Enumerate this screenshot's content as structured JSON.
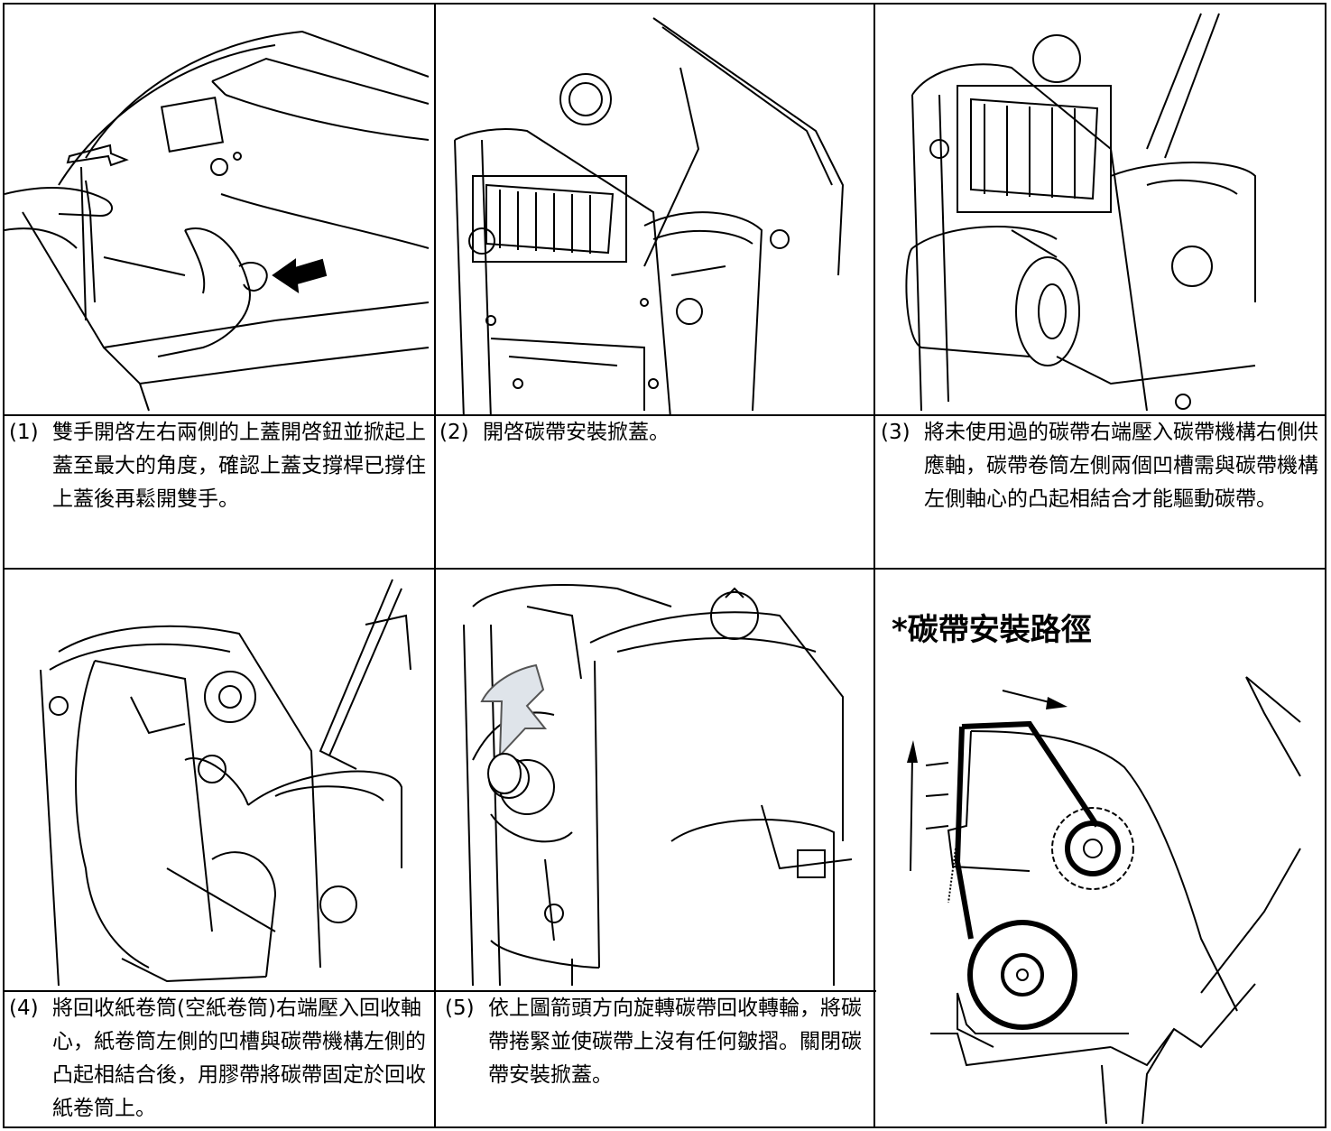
{
  "steps": [
    {
      "num": "(1)",
      "text": "雙手開啓左右兩側的上蓋開啓鈕並掀起上蓋至最大的角度，確認上蓋支撐桿已撐住上蓋後再鬆開雙手。"
    },
    {
      "num": "(2)",
      "text": "開啓碳帶安裝掀蓋。"
    },
    {
      "num": "(3)",
      "text": "將未使用過的碳帶右端壓入碳帶機構右側供應軸，碳帶卷筒左側兩個凹槽需與碳帶機構左側軸心的凸起相結合才能驅動碳帶。"
    },
    {
      "num": "(4)",
      "text": "將回收紙卷筒(空紙卷筒)右端壓入回收軸心，紙卷筒左側的凹槽與碳帶機構左側的凸起相結合後，用膠帶將碳帶固定於回收紙卷筒上。"
    },
    {
      "num": "(5)",
      "text": "依上圖箭頭方向旋轉碳帶回收轉輪，將碳帶捲緊並使碳帶上沒有任何皺摺。關閉碳帶安裝掀蓋。"
    }
  ],
  "ribbon_path": {
    "title": "*碳帶安裝路徑"
  }
}
